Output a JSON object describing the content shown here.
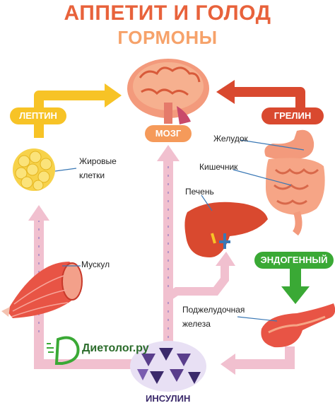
{
  "title": {
    "line1": "АППЕТИТ И ГОЛОД",
    "line2": "ГОРМОНЫ"
  },
  "hormones": {
    "leptin": "ЛЕПТИН",
    "brain": "МОЗГ",
    "ghrelin": "ГРЕЛИН",
    "endogenous": "ЭНДОГЕННЫЙ",
    "insulin": "ИНСУЛИН"
  },
  "organs": {
    "fat_cells_line1": "Жировые",
    "fat_cells_line2": "клетки",
    "stomach": "Желудок",
    "intestine": "Кишечник",
    "liver": "Печень",
    "muscle": "Мускул",
    "pancreas_line1": "Поджелудочная",
    "pancreas_line2": "железа"
  },
  "logo": {
    "text": "Диетолог.ру"
  },
  "colors": {
    "title": "#e8623b",
    "subtitle": "#f6a26a",
    "leptin": "#f7c326",
    "brain_pill": "#f59a5a",
    "ghrelin": "#d9492f",
    "endogenous": "#3aa935",
    "insulin_path": "#f1c0cf",
    "insulin_cell": "#5a3e8c"
  }
}
